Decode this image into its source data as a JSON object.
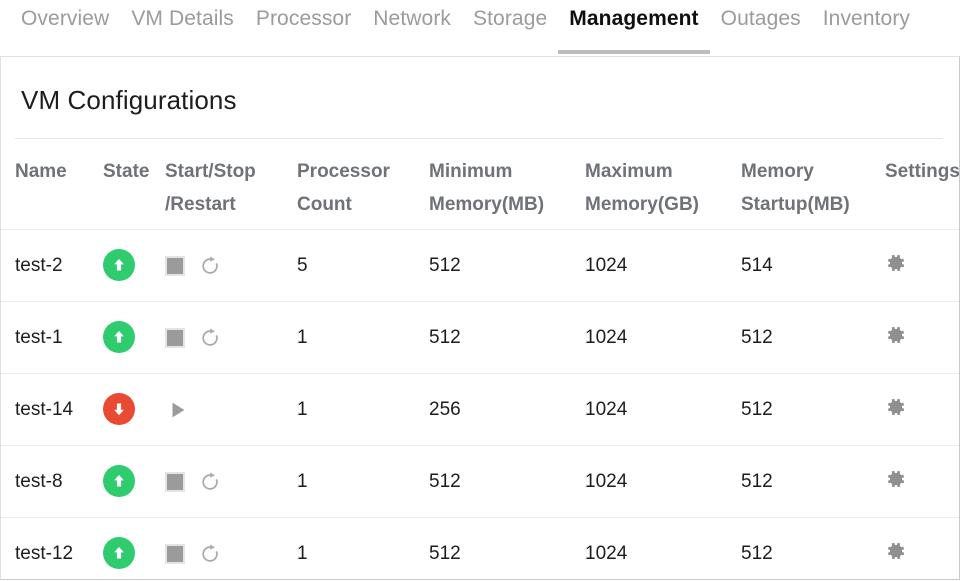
{
  "tabs": [
    {
      "label": "Overview",
      "active": false
    },
    {
      "label": "VM Details",
      "active": false
    },
    {
      "label": "Processor",
      "active": false
    },
    {
      "label": "Network",
      "active": false
    },
    {
      "label": "Storage",
      "active": false
    },
    {
      "label": "Management",
      "active": true
    },
    {
      "label": "Outages",
      "active": false
    },
    {
      "label": "Inventory",
      "active": false
    }
  ],
  "panel": {
    "title": "VM Configurations"
  },
  "table": {
    "headers": [
      "Name",
      "State",
      "Start/Stop /Restart",
      "Processor Count",
      "Minimum Memory(MB)",
      "Maximum Memory(GB)",
      "Memory Startup(MB)",
      "Settings"
    ],
    "header_lines": {
      "name": "Name",
      "state": "State",
      "ssr_line1": "Start/Stop",
      "ssr_line2": "/Restart",
      "proc_line1": "Processor",
      "proc_line2": "Count",
      "minmem_line1": "Minimum",
      "minmem_line2": "Memory(MB)",
      "maxmem_line1": "Maximum",
      "maxmem_line2": "Memory(GB)",
      "startmem_line1": "Memory",
      "startmem_line2": "Startup(MB)",
      "settings": "Settings"
    },
    "rows": [
      {
        "name": "test-2",
        "state": "running",
        "state_icon": "arrow-up-circle-icon",
        "controls": [
          "stop-icon",
          "restart-icon"
        ],
        "processor_count": "5",
        "minimum_memory_mb": "512",
        "maximum_memory_gb": "1024",
        "memory_startup_mb": "514",
        "settings_icon": "gear-icon"
      },
      {
        "name": "test-1",
        "state": "running",
        "state_icon": "arrow-up-circle-icon",
        "controls": [
          "stop-icon",
          "restart-icon"
        ],
        "processor_count": "1",
        "minimum_memory_mb": "512",
        "maximum_memory_gb": "1024",
        "memory_startup_mb": "512",
        "settings_icon": "gear-icon"
      },
      {
        "name": "test-14",
        "state": "stopped",
        "state_icon": "arrow-down-circle-icon",
        "controls": [
          "play-icon"
        ],
        "processor_count": "1",
        "minimum_memory_mb": "256",
        "maximum_memory_gb": "1024",
        "memory_startup_mb": "512",
        "settings_icon": "gear-icon"
      },
      {
        "name": "test-8",
        "state": "running",
        "state_icon": "arrow-up-circle-icon",
        "controls": [
          "stop-icon",
          "restart-icon"
        ],
        "processor_count": "1",
        "minimum_memory_mb": "512",
        "maximum_memory_gb": "1024",
        "memory_startup_mb": "512",
        "settings_icon": "gear-icon"
      },
      {
        "name": "test-12",
        "state": "running",
        "state_icon": "arrow-up-circle-icon",
        "controls": [
          "stop-icon",
          "restart-icon"
        ],
        "processor_count": "1",
        "minimum_memory_mb": "512",
        "maximum_memory_gb": "1024",
        "memory_startup_mb": "512",
        "settings_icon": "gear-icon"
      }
    ]
  },
  "colors": {
    "running_green": "#2ecc6e",
    "stopped_red": "#e84b32",
    "icon_gray": "#9b9b9b",
    "header_text": "#6f7276",
    "tab_inactive": "#9b9b9b",
    "tab_active": "#0f0f0f",
    "tab_underline": "#bdbdbd"
  }
}
